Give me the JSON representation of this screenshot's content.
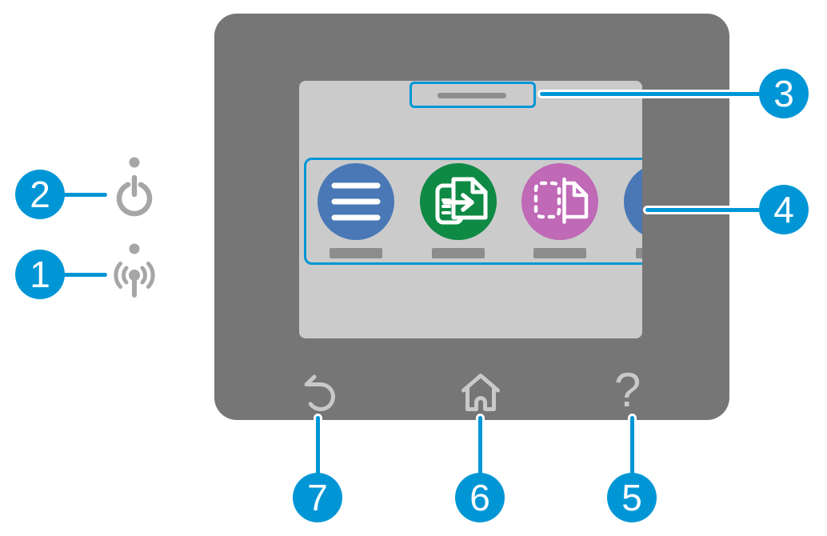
{
  "figure": {
    "type": "printer-control-panel-callout-diagram",
    "callouts": {
      "c1": {
        "label": "1",
        "points_to": "wireless-light-and-icon"
      },
      "c2": {
        "label": "2",
        "points_to": "power-light-and-icon"
      },
      "c3": {
        "label": "3",
        "points_to": "status-center"
      },
      "c4": {
        "label": "4",
        "points_to": "app-icons-row"
      },
      "c5": {
        "label": "5",
        "points_to": "help-button"
      },
      "c6": {
        "label": "6",
        "points_to": "home-button"
      },
      "c7": {
        "label": "7",
        "points_to": "back-button"
      }
    },
    "nav": {
      "help_glyph": "?"
    },
    "apps": [
      {
        "icon": "menu-icon",
        "color": "#4a78b6"
      },
      {
        "icon": "copy-document-icon",
        "color": "#0e8a44"
      },
      {
        "icon": "two-sided-copy-icon",
        "color": "#bf69b7"
      },
      {
        "icon": "partial-app-icon",
        "color": "#4a78b6"
      }
    ],
    "colors": {
      "callout_blue": "#0096d6",
      "panel_gray": "#767676",
      "screen_gray": "#cbcbcb",
      "placeholder_gray": "#8d8d8d",
      "nav_icon_gray": "#c9c9c9",
      "side_icon_gray": "#a6a6a6",
      "app_blue": "#4a78b6",
      "app_green": "#0e8a44",
      "app_pink": "#bf69b7"
    }
  }
}
